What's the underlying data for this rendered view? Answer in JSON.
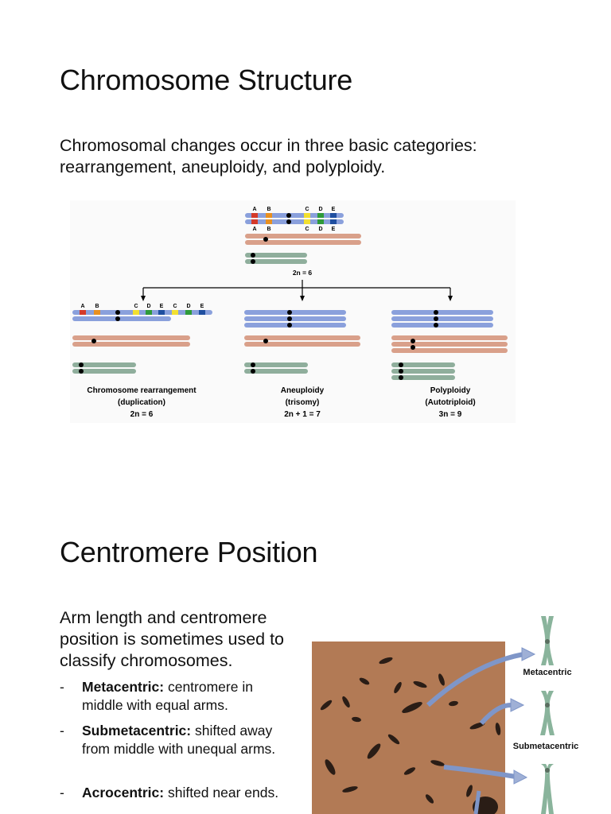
{
  "section1": {
    "title": "Chromosome Structure",
    "intro": "Chromosomal changes occur in three basic categories: rearrangement, aneuploidy, and polyploidy."
  },
  "figure1": {
    "top_labels_row1": [
      "A",
      "B",
      "C",
      "D",
      "E"
    ],
    "top_labels_row2": [
      "A",
      "B",
      "C",
      "D",
      "E"
    ],
    "top_ploidy": "2n = 6",
    "dup_labels": [
      "A",
      "B",
      "C",
      "D",
      "E",
      "C",
      "D",
      "E"
    ],
    "panels": [
      {
        "caption1": "Chromosome rearrangement",
        "caption2": "(duplication)",
        "caption3": "2n = 6"
      },
      {
        "caption1": "Aneuploidy",
        "caption2": "(trisomy)",
        "caption3": "2n + 1 = 7"
      },
      {
        "caption1": "Polyploidy",
        "caption2": "(Autotriploid)",
        "caption3": "3n = 9"
      }
    ],
    "colors": {
      "blue": "#8aa0dc",
      "salmon": "#d9a08a",
      "green": "#8fae9c",
      "red": "#d43a2a",
      "orange": "#e89020",
      "yellow": "#f2e030",
      "green_band": "#2e9a3a",
      "blue_band": "#1f4fa0"
    }
  },
  "section2": {
    "title": "Centromere Position",
    "intro": "Arm length and centromere position is sometimes used to classify chromosomes.",
    "bullets": [
      {
        "dash": "-",
        "term": "Metacentric:",
        "desc": " centromere in middle with equal arms."
      },
      {
        "dash": "-",
        "term": "Submetacentric:",
        "desc": " shifted away from middle with unequal arms."
      },
      {
        "dash": "-",
        "term": "Acrocentric:",
        "desc": " shifted near ends."
      }
    ]
  },
  "figure2": {
    "labels": [
      "Metacentric",
      "Submetacentric"
    ],
    "background": "#b27a55",
    "chromosome_color": "#8ab49c"
  }
}
